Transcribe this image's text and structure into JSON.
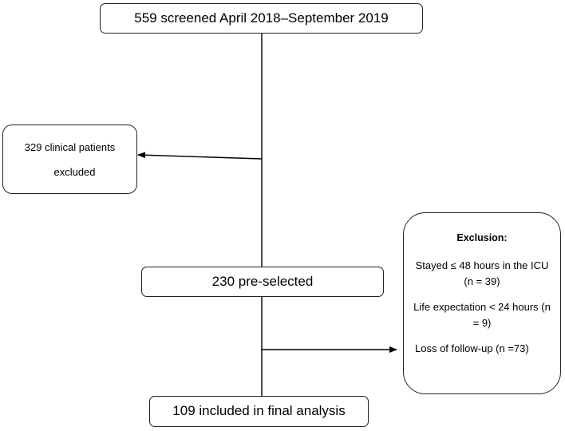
{
  "boxes": {
    "screened": "559 screened April 2018–September 2019",
    "excluded_line1": "329 clinical patients",
    "excluded_line2": "excluded",
    "preselected": "230 pre-selected",
    "final": "109 included in final analysis"
  },
  "exclusion": {
    "title": "Exclusion:",
    "items": [
      "Stayed ≤ 48 hours in the ICU (n = 39)",
      "Life expectation < 24 hours (n = 9)",
      "Loss of follow-up (n =73)"
    ]
  }
}
